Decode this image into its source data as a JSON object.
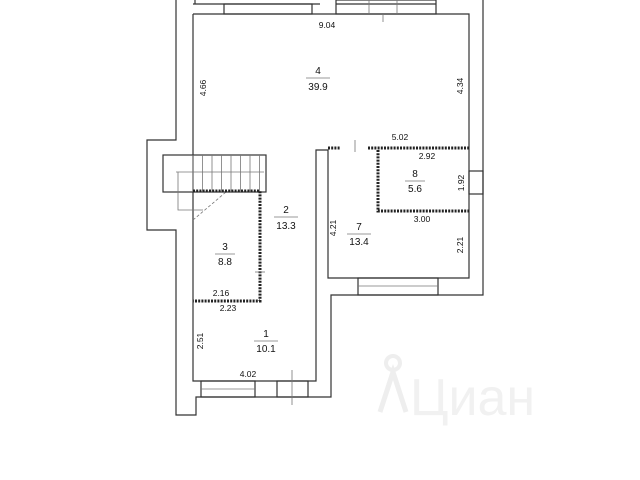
{
  "rooms": [
    {
      "number": "1",
      "area": "10.1"
    },
    {
      "number": "2",
      "area": "13.3"
    },
    {
      "number": "3",
      "area": "8.8"
    },
    {
      "number": "4",
      "area": "39.9"
    },
    {
      "number": "7",
      "area": "13.4"
    },
    {
      "number": "8",
      "area": "5.6"
    }
  ],
  "dimensions": {
    "top_width": "9.04",
    "left_height_room4": "4.66",
    "right_height_room4": "4.34",
    "room7_top": "5.02",
    "room8_top": "2.92",
    "room8_right": "1.92",
    "room8_bottom": "3.00",
    "room7_left": "4.21",
    "room7_right": "2.21",
    "room3_bottom_inner": "2.16",
    "room3_bottom_outer": "2.23",
    "room1_left": "2.51",
    "room1_bottom": "4.02"
  },
  "watermark": "Циан"
}
